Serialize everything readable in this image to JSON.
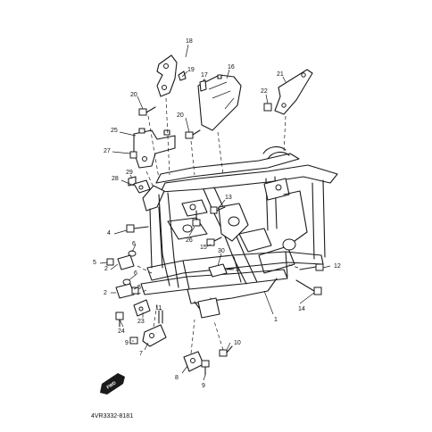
{
  "diagram": {
    "callouts": [
      "18",
      "19",
      "17",
      "16",
      "21",
      "20",
      "22",
      "20",
      "25",
      "27",
      "29",
      "28",
      "13",
      "4",
      "26",
      "15",
      "6",
      "5",
      "2",
      "6",
      "2",
      "5",
      "30",
      "3",
      "12",
      "23",
      "11",
      "14",
      "1",
      "24",
      "9",
      "7",
      "10",
      "8",
      "9"
    ],
    "drawing_code": "4VR3332-8181",
    "fwd_label": "FWD"
  }
}
